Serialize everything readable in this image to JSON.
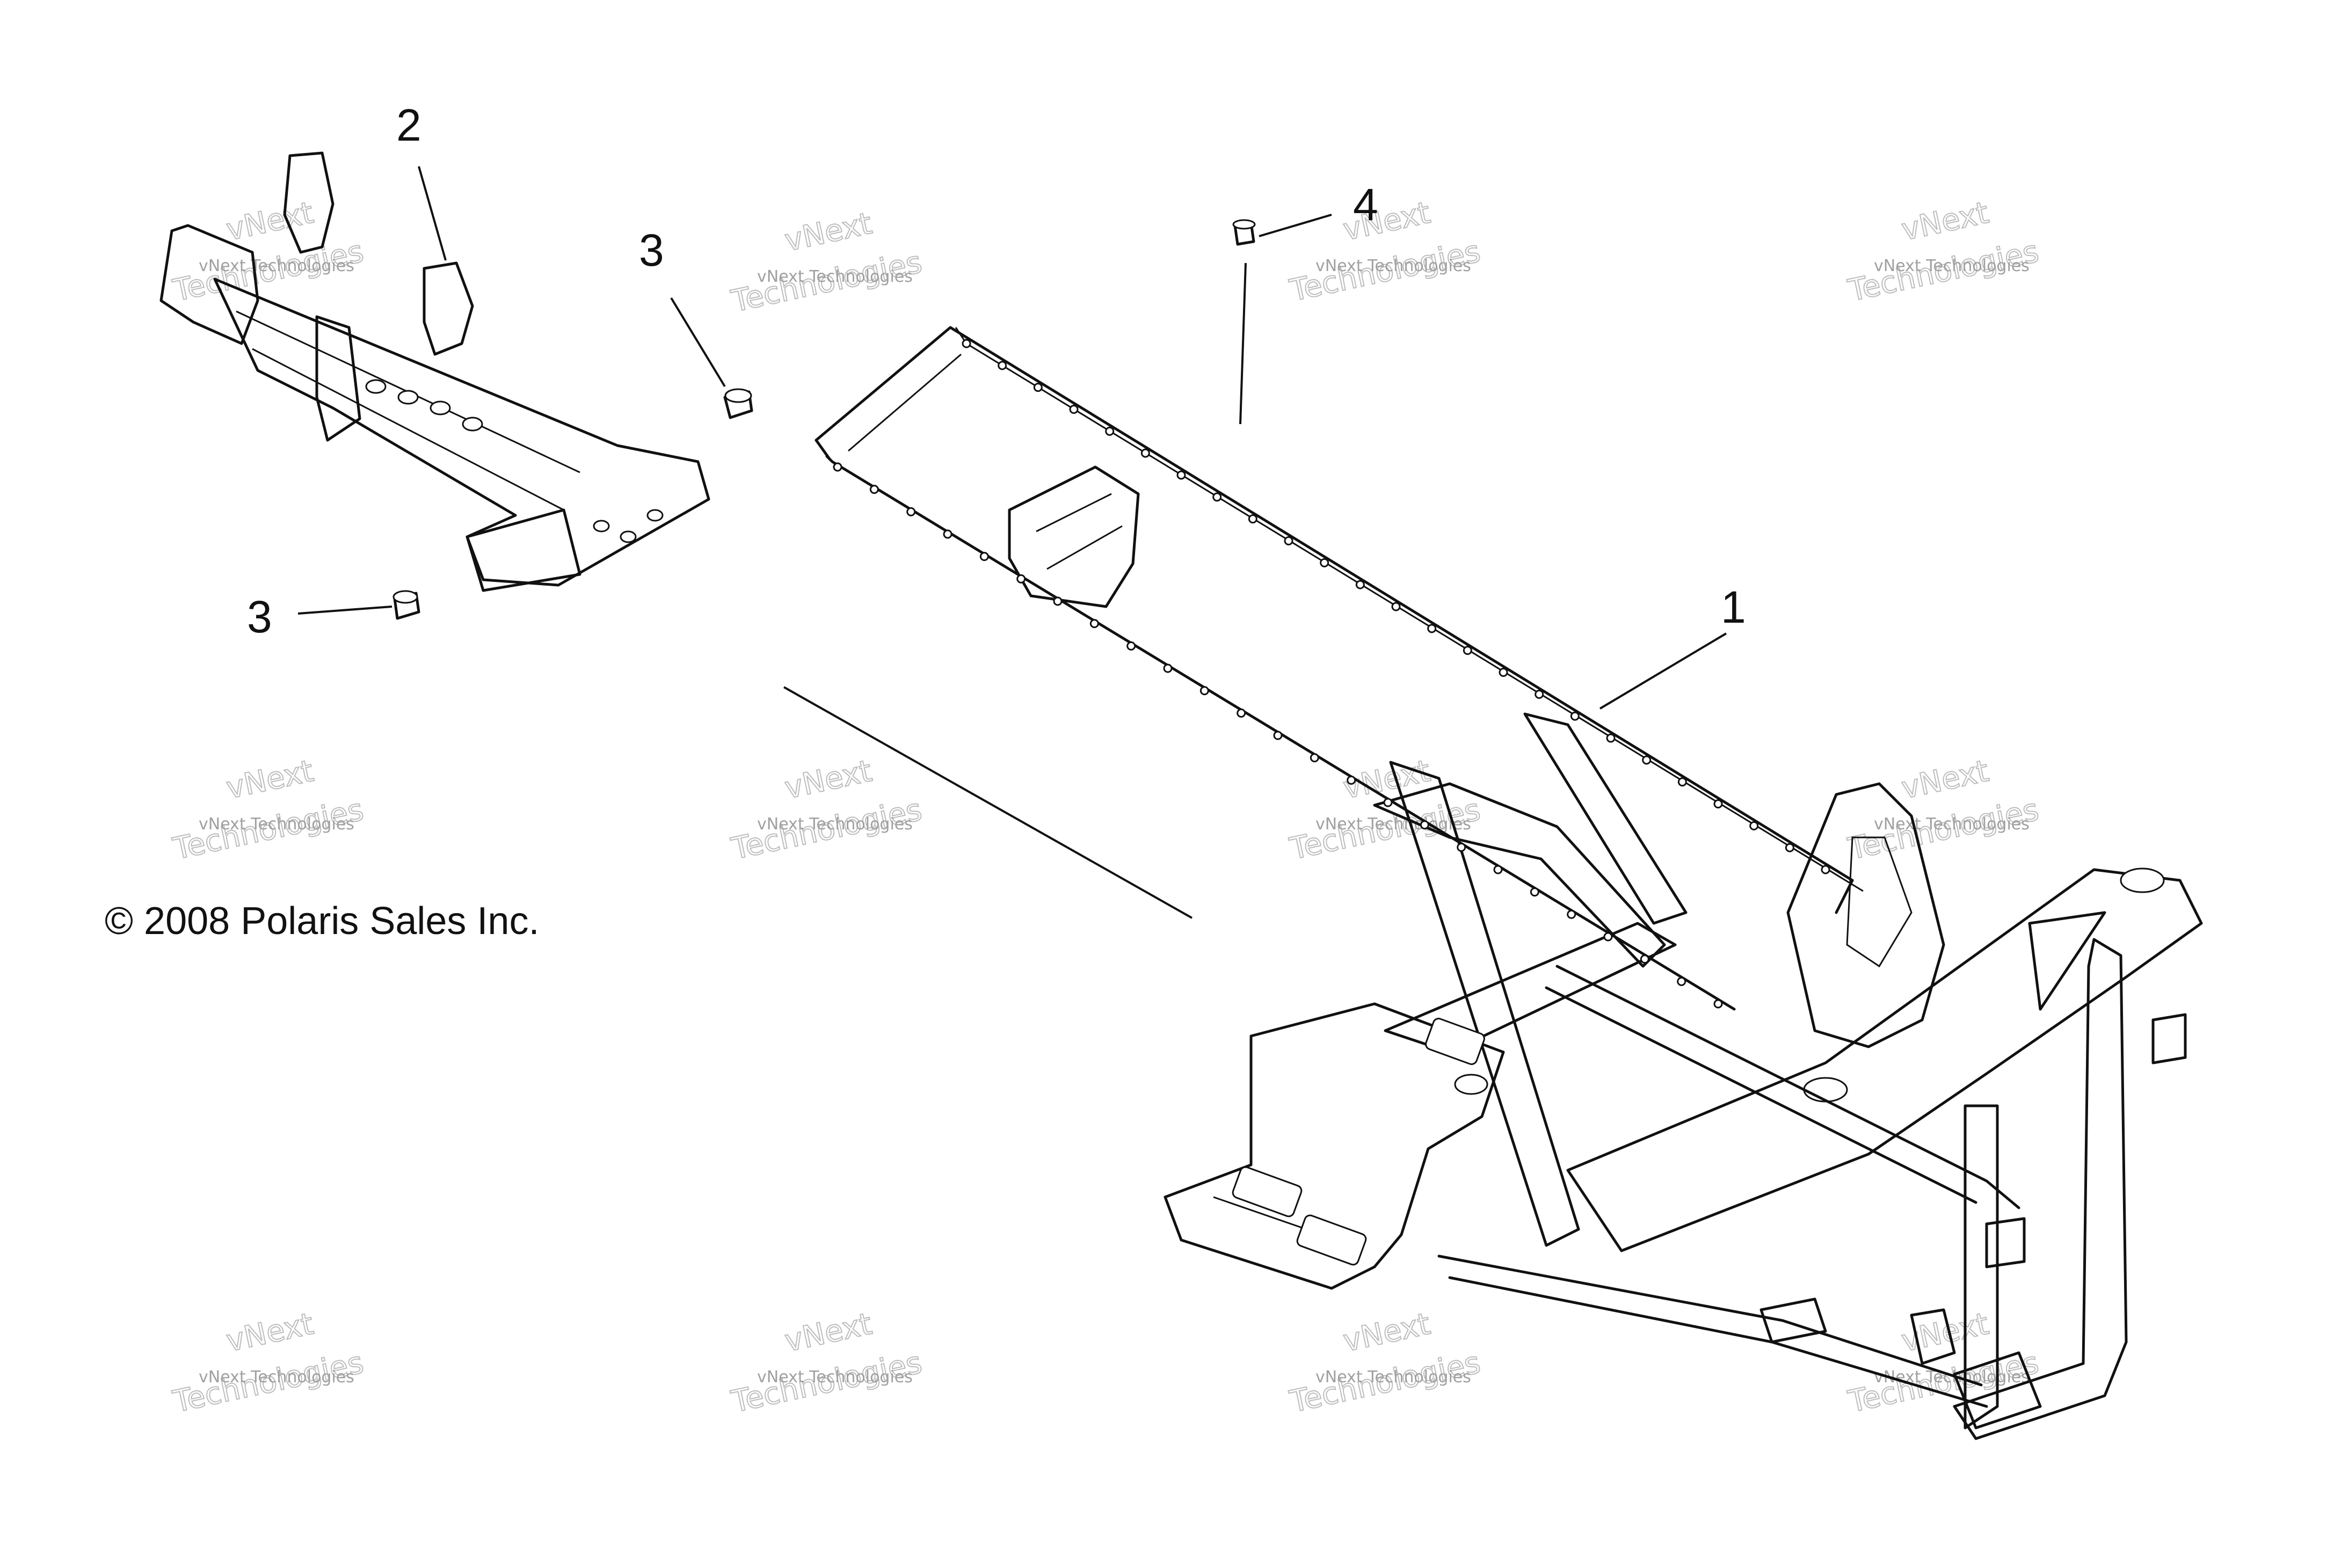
{
  "callouts": [
    {
      "id": "1",
      "label": "1"
    },
    {
      "id": "2",
      "label": "2"
    },
    {
      "id": "3a",
      "label": "3"
    },
    {
      "id": "3b",
      "label": "3"
    },
    {
      "id": "4",
      "label": "4"
    }
  ],
  "copyright": "© 2008 Polaris Sales Inc.",
  "watermark": {
    "line_small": "vNext Technologies",
    "line_big_1": "vNext",
    "line_big_2": "Technologies"
  },
  "colors": {
    "line": "#111111",
    "watermark": "#bdbdbd",
    "background": "#ffffff"
  }
}
